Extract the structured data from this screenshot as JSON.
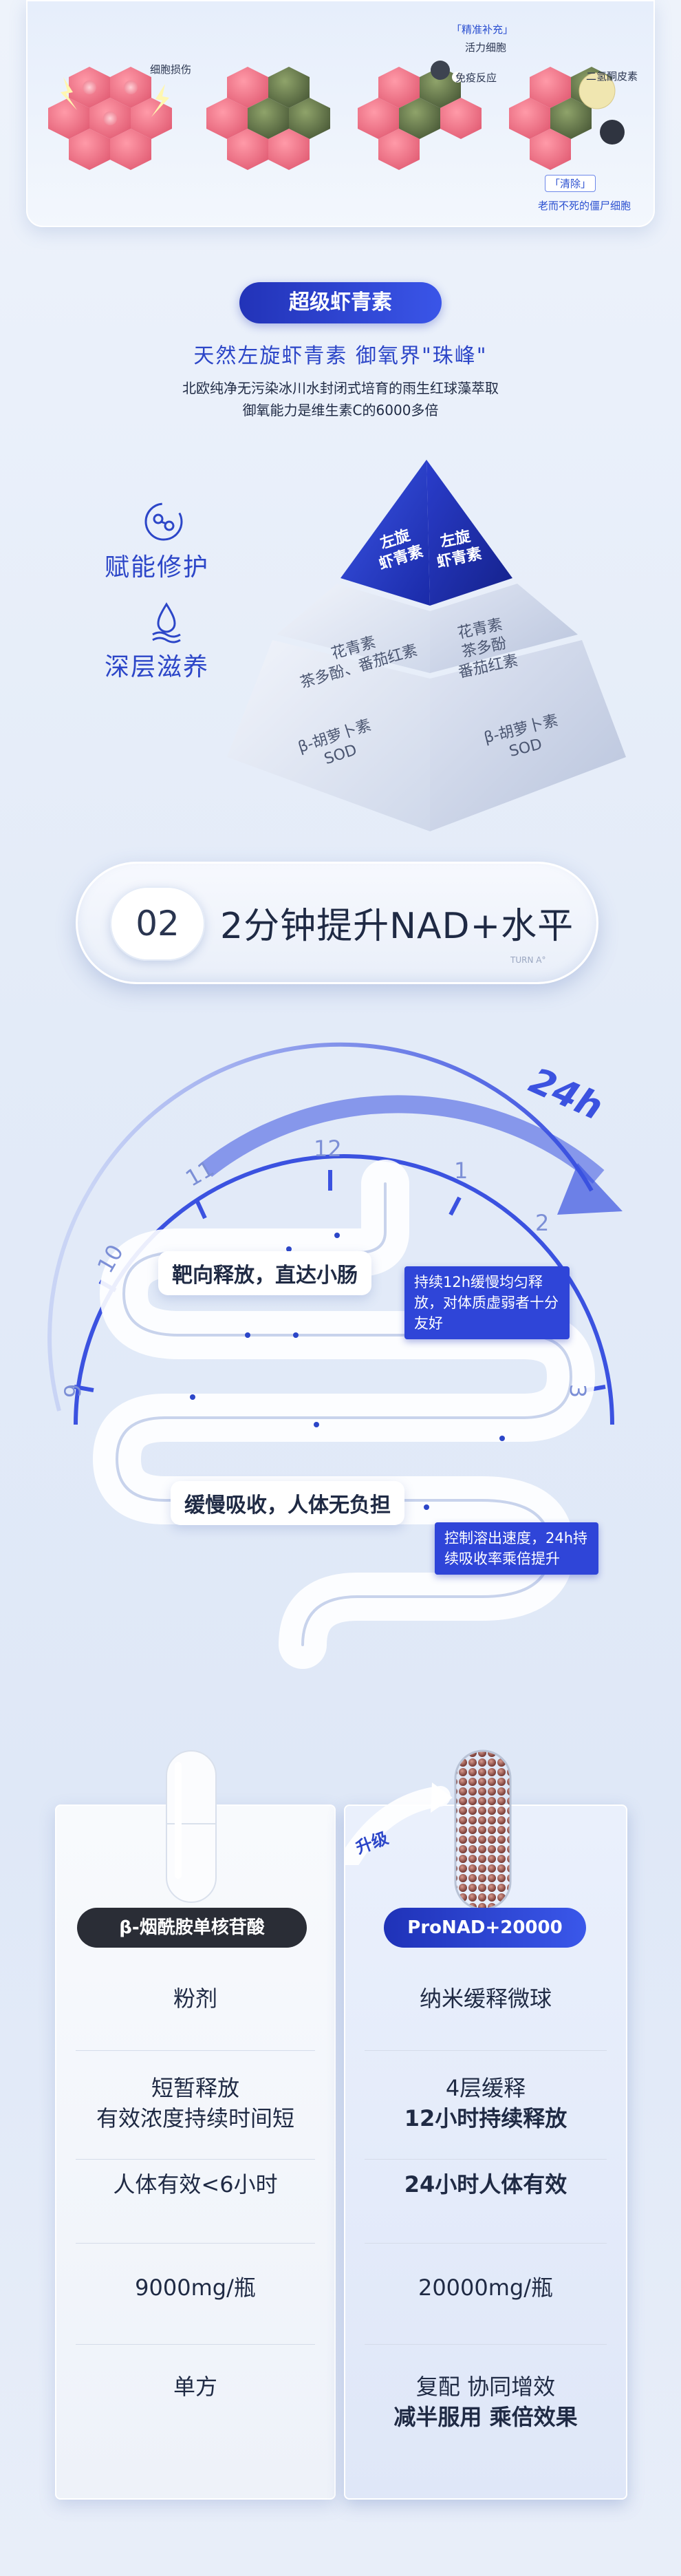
{
  "cells_section": {
    "labels": {
      "damage": "细胞损伤",
      "nad_boost": "「精准补充」",
      "active_cells": "活力细胞",
      "immune": "免疫反应",
      "dh_enzyme": "二氢酮皮素",
      "clear": "「清除」",
      "zombie": "老而不死的僵尸细胞"
    }
  },
  "astaxanthin": {
    "badge": "超级虾青素",
    "title": "天然左旋虾青素   御氧界\"珠峰\"",
    "desc_line1": "北欧纯净无污染冰川水封闭式培育的雨生红球藻萃取",
    "desc_line2": "御氧能力是维生素C的6000多倍",
    "side_labels": [
      "赋能修护",
      "深层滋养"
    ],
    "pyramid": {
      "top_left": "左旋\n虾青素",
      "top_right": "左旋\n虾青素",
      "mid_left": "花青素\n茶多酚、番茄红素",
      "mid_right": "花青素\n茶多酚\n番茄红素",
      "bot_left": "β-胡萝卜素\nSOD",
      "bot_right": "β-胡萝卜素\nSOD"
    }
  },
  "nad_section": {
    "number": "02",
    "title": "2分钟提升NAD+水平",
    "watermark": "TURN A°"
  },
  "release_section": {
    "clock_ticks": [
      "12",
      "1",
      "2",
      "3",
      "9",
      "10",
      "11"
    ],
    "label_24h": "24h",
    "bubble1": "靶向释放，直达小肠",
    "callout1": "持续12h缓慢均匀释放，对体质虚弱者十分友好",
    "bubble2": "缓慢吸收，人体无负担",
    "callout2": "控制溶出速度，24h持续吸收率乘倍提升"
  },
  "compare": {
    "upgrade_tag": "升级",
    "left_header": "β-烟酰胺单核苷酸",
    "right_header": "ProNAD+20000",
    "left_rows": [
      "粉剂",
      "短暂释放\n有效浓度持续时间短",
      "人体有效<6小时",
      "9000mg/瓶",
      "单方"
    ],
    "right_rows": [
      {
        "line1": "纳米缓释微球",
        "line2": "",
        "bold2": false,
        "bold1": false
      },
      {
        "line1": "4层缓释",
        "line2": "12小时持续释放",
        "bold2": true,
        "bold1": false
      },
      {
        "line1": "24小时人体有效",
        "line2": "",
        "bold2": false,
        "bold1": true
      },
      {
        "line1": "20000mg/瓶",
        "line2": "",
        "bold2": false,
        "bold1": false
      },
      {
        "line1": "复配  协同增效",
        "line2": "减半服用  乘倍效果",
        "bold2": true,
        "bold1": false
      }
    ]
  },
  "colors": {
    "brand_blue": "#2c46c8",
    "accent": "#3a57ea",
    "dark": "#2a2d36"
  }
}
